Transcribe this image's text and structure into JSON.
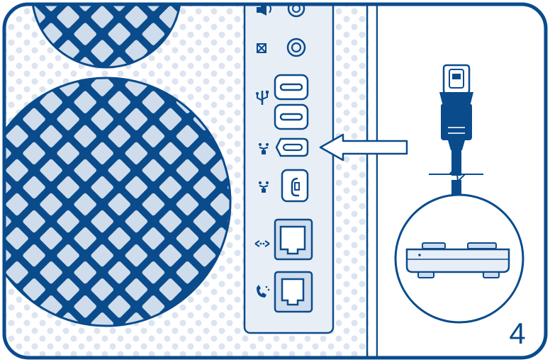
{
  "figure": {
    "step_number": "4",
    "colors": {
      "outline": "#0a4b8c",
      "fill_light": "#e8eef6",
      "fill_mid": "#cfdcec",
      "white": "#ffffff"
    },
    "port_icons": [
      "audio-out-icon",
      "audio-in-icon",
      "usb-icon",
      "firewire-800-icon",
      "firewire-400-icon",
      "ethernet-icon",
      "modem-phone-icon"
    ],
    "cable": "firewire-cable",
    "device": "external-hard-drive",
    "arrow": "insertion-arrow"
  }
}
